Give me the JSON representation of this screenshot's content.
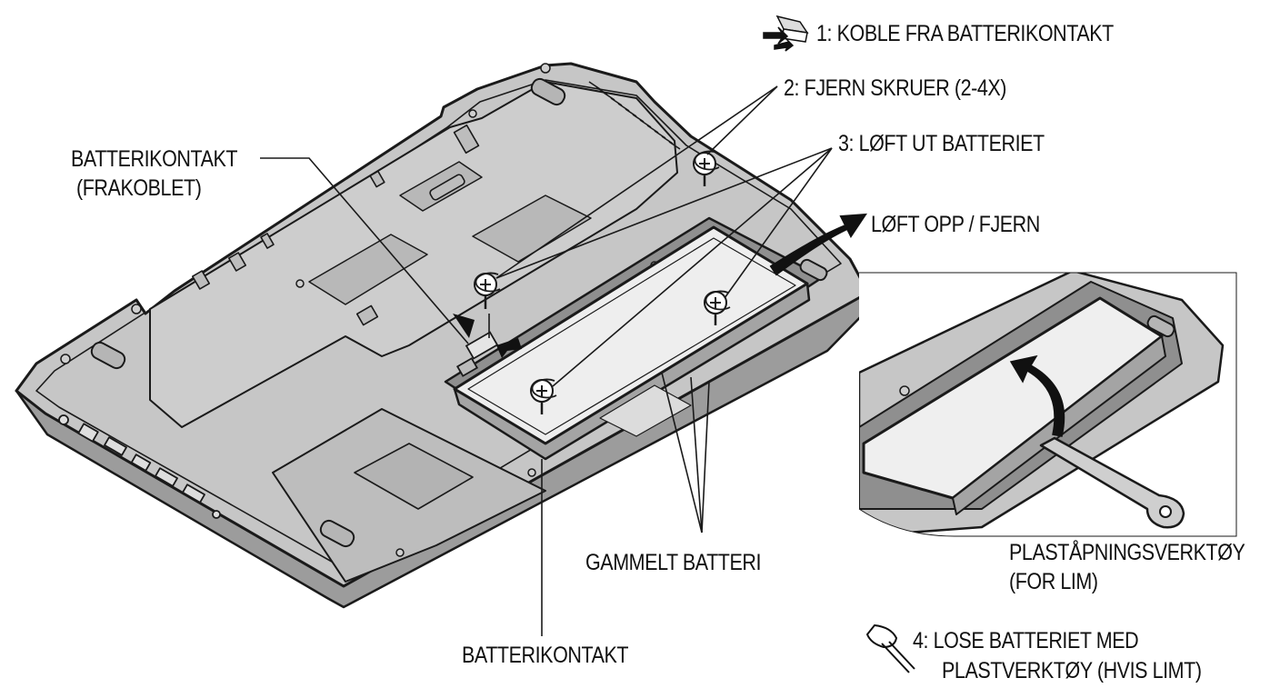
{
  "steps": {
    "step1": "1: KOBLE FRA BATTERIKONTAKT",
    "step2": "2: FJERN SKRUER (2-4X)",
    "step3": "3: LØFT UT BATTERIET",
    "step4_line1": "4: LOSE BATTERIET MED",
    "step4_line2": "PLASTVERKTØY (HVIS LIMT)"
  },
  "callouts": {
    "connector_disconnected_line1": "BATTERIKONTAKT",
    "connector_disconnected_line2": "(FRAKOBLET)",
    "lift_out": "LØFT OPP / FJERN",
    "old_battery": "GAMMELT BATTERI",
    "connector": "BATTERIKONTAKT",
    "tool_line1": "PLASTÅPNINGSVERKTØY",
    "tool_line2": "(FOR LIM)"
  },
  "colors": {
    "line": "#1a1a1a",
    "chassis": "#c6c6c6",
    "chassis_dark": "#a9a9a9",
    "battery": "#ececec",
    "arrow": "#111111"
  }
}
